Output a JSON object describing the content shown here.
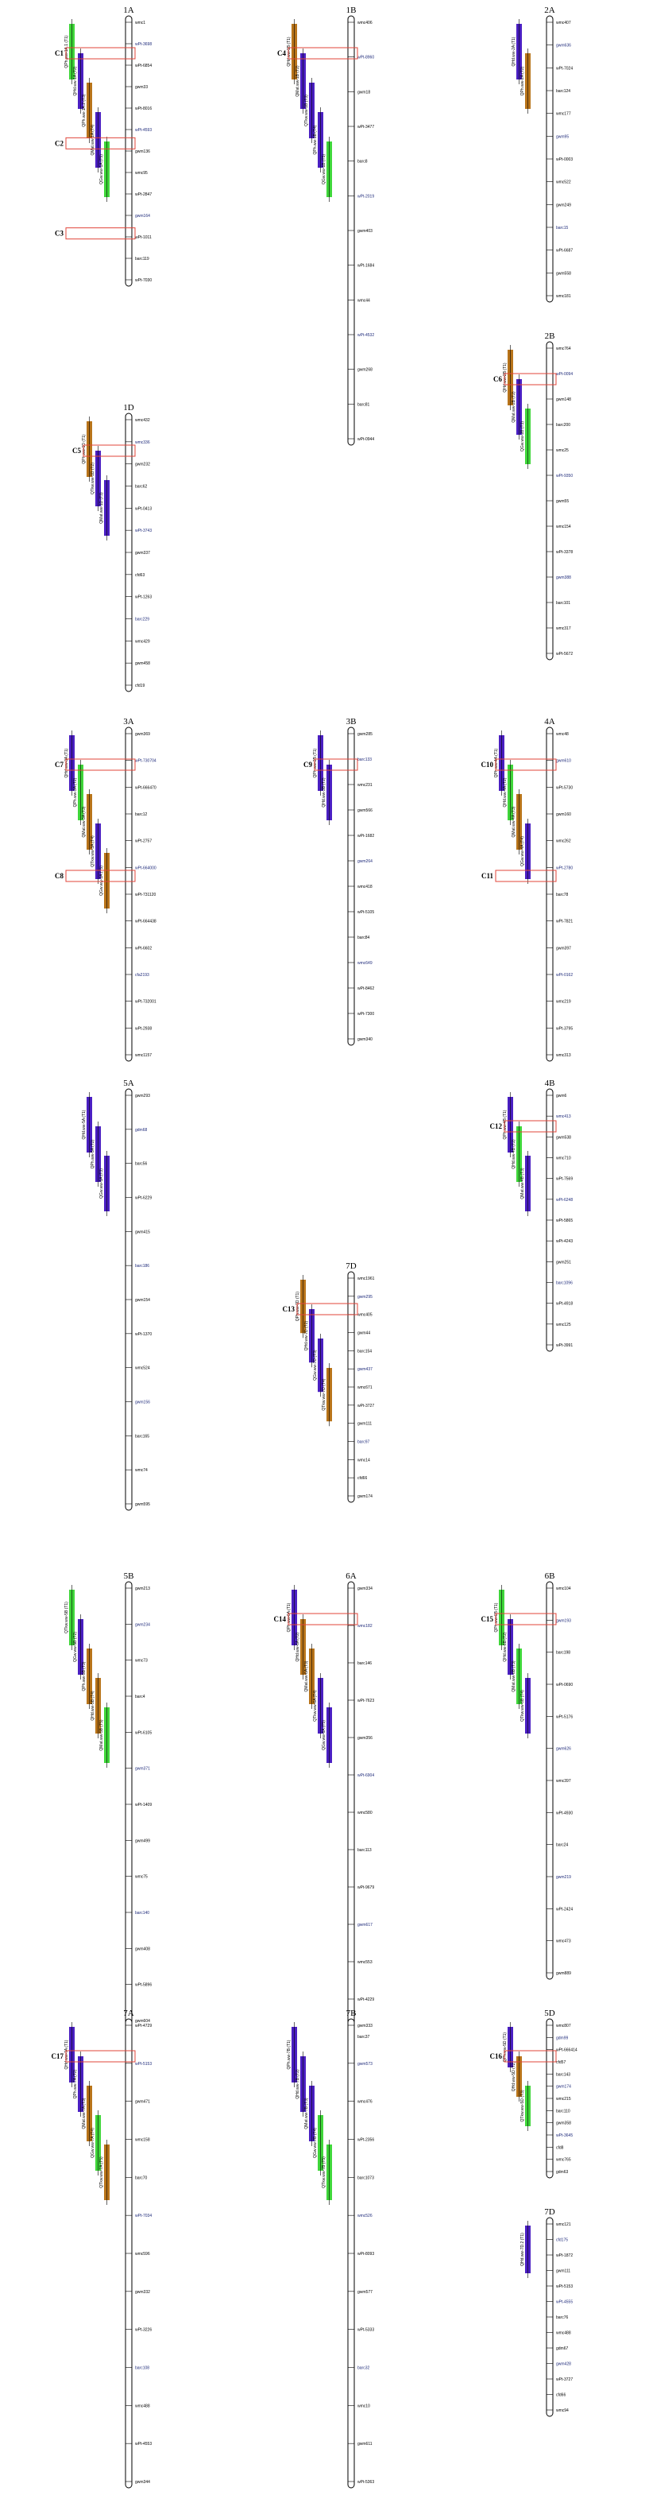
{
  "figure": {
    "colors": {
      "purple": "#4a1fc2",
      "green": "#3fd63a",
      "brown": "#b8741a",
      "cluster_box": "#e0443a",
      "highlight_marker": "#1e2a7a",
      "chromosome": "#000000"
    },
    "chromosomes": [
      {
        "id": "1A",
        "markers": [
          "wmc1",
          "wPt-3698",
          "wPt-6854",
          "gwm33",
          "wPt-8016",
          "wPt-4593",
          "gwm136",
          "wmc95",
          "wPt-2847",
          "gwm164",
          "wPt-1011",
          "barc119",
          "wPt-7030"
        ],
        "qtls": [
          {
            "label": "QPh.ww-1A.1 (T1)",
            "color": "green"
          },
          {
            "label": "QHd.ww-1A (T2)",
            "color": "purple"
          },
          {
            "label": "QPh.ww-1A.2 (T3)",
            "color": "brown"
          },
          {
            "label": "QMat.ww-1A (T4)",
            "color": "purple"
          },
          {
            "label": "QGw.ww-1A (T5)",
            "color": "green"
          }
        ],
        "clusters": [
          "C1",
          "C2",
          "C3"
        ]
      },
      {
        "id": "1B",
        "markers": [
          "wmc406",
          "wPt-8960",
          "gwm18",
          "wPt-3477",
          "barc8",
          "wPt-2019",
          "gwm403",
          "wPt-1684",
          "wmc44",
          "wPt-4532",
          "gwm268",
          "barc81",
          "wPt-0944"
        ],
        "qtls": [
          {
            "label": "QHd.ww-1B (T1)",
            "color": "brown"
          },
          {
            "label": "QMat.ww-1B (T2)",
            "color": "purple"
          },
          {
            "label": "QTkw.ww-1B (T3)",
            "color": "purple"
          },
          {
            "label": "QPh.ww-1B (T4)",
            "color": "purple"
          },
          {
            "label": "QGw.ww-1B (T5)",
            "color": "green"
          }
        ],
        "clusters": [
          "C4"
        ]
      },
      {
        "id": "2A",
        "markers": [
          "wmc407",
          "gwm636",
          "wPt-7024",
          "barc124",
          "wmc177",
          "gwm95",
          "wPt-0003",
          "wmc522",
          "gwm249",
          "barc15",
          "wPt-6687",
          "gwm558",
          "wmc181"
        ],
        "qtls": [
          {
            "label": "QHd.ww-2A (T1)",
            "color": "purple"
          },
          {
            "label": "QPh.ww-2A (T2)",
            "color": "brown"
          }
        ],
        "clusters": []
      },
      {
        "id": "2B",
        "markers": [
          "wmc764",
          "wPt-0094",
          "gwm148",
          "barc200",
          "wmc25",
          "wPt-9350",
          "gwm55",
          "wmc154",
          "wPt-3378",
          "gwm388",
          "barc101",
          "wmc317",
          "wPt-5672"
        ],
        "qtls": [
          {
            "label": "QHd.ww-2B (T1)",
            "color": "brown"
          },
          {
            "label": "QMat.ww-2B (T2)",
            "color": "purple"
          },
          {
            "label": "QGw.ww-2B (T3)",
            "color": "green"
          }
        ],
        "clusters": [
          "C6"
        ]
      },
      {
        "id": "1D",
        "markers": [
          "wmc432",
          "wmc336",
          "gwm232",
          "barc62",
          "wPt-0413",
          "wPt-3743",
          "gwm337",
          "cfd63",
          "wPt-1263",
          "barc229",
          "wmc429",
          "gwm458",
          "cfd19"
        ],
        "qtls": [
          {
            "label": "QPh.ww-1D (T1)",
            "color": "brown"
          },
          {
            "label": "QTkw.ww-1D (T2)",
            "color": "purple"
          },
          {
            "label": "QMat.ww-1D (T3)",
            "color": "purple"
          }
        ],
        "clusters": [
          "C5"
        ]
      },
      {
        "id": "3A",
        "markers": [
          "gwm369",
          "wPt-730704",
          "wPt-666470",
          "barc12",
          "wPt-2757",
          "wPt-664000",
          "wPt-731120",
          "wPt-664438",
          "wPt-6602",
          "cfa2193",
          "wPt-732001",
          "wPt-2938",
          "wmc1157"
        ],
        "qtls": [
          {
            "label": "QHd.ww-3A (T1)",
            "color": "purple"
          },
          {
            "label": "QPh.ww-3A (T2)",
            "color": "green"
          },
          {
            "label": "QMat.ww-3A (T3)",
            "color": "brown"
          },
          {
            "label": "QTkw.ww-3A (T4)",
            "color": "purple"
          },
          {
            "label": "QGw.ww-3A (T5)",
            "color": "brown"
          }
        ],
        "clusters": [
          "C7",
          "C8"
        ]
      },
      {
        "id": "3B",
        "markers": [
          "gwm285",
          "barc133",
          "wmc231",
          "gwm566",
          "wPt-1682",
          "gwm264",
          "wmc418",
          "wPt-5105",
          "barc84",
          "wmc649",
          "wPt-8462",
          "wPt-7300",
          "gwm340"
        ],
        "qtls": [
          {
            "label": "QPh.ww-3B (T1)",
            "color": "purple"
          },
          {
            "label": "QHd.ww-3B (T2)",
            "color": "purple"
          }
        ],
        "clusters": [
          "C9"
        ]
      },
      {
        "id": "4A",
        "markers": [
          "wmc48",
          "gwm610",
          "wPt-5730",
          "gwm160",
          "wmc262",
          "wPt-2780",
          "barc78",
          "wPt-7821",
          "gwm397",
          "wPt-0162",
          "wmc219",
          "wPt-3795",
          "wmc313"
        ],
        "qtls": [
          {
            "label": "QPh.ww-4A (T1)",
            "color": "purple"
          },
          {
            "label": "QHd.ww-4A (T2)",
            "color": "green"
          },
          {
            "label": "QMat.ww-4A (T3)",
            "color": "brown"
          },
          {
            "label": "QGw.ww-4A (T4)",
            "color": "purple"
          }
        ],
        "clusters": [
          "C10",
          "C11"
        ]
      },
      {
        "id": "5A",
        "markers": [
          "gwm293",
          "gdm68",
          "barc56",
          "wPt-6229",
          "gwm415",
          "barc186",
          "gwm154",
          "wPt-1370",
          "wmc524",
          "gwm156",
          "barc165",
          "wmc74",
          "gwm595"
        ],
        "qtls": [
          {
            "label": "QHd.ww-5A (T1)",
            "color": "purple"
          },
          {
            "label": "QPh.ww-5A (T2)",
            "color": "purple"
          },
          {
            "label": "QGw.ww-5A (T3)",
            "color": "purple"
          }
        ],
        "clusters": []
      },
      {
        "id": "4B",
        "markers": [
          "gwm6",
          "wmc413",
          "gwm538",
          "wmc710",
          "wPt-7569",
          "wPt-6248",
          "wPt-5865",
          "wPt-4243",
          "gwm251",
          "barc1096",
          "wPt-4918",
          "wmc125",
          "wPt-3991"
        ],
        "qtls": [
          {
            "label": "QPh.ww-4B (T1)",
            "color": "purple"
          },
          {
            "label": "QHd.ww-4B (T2)",
            "color": "green"
          },
          {
            "label": "QMat.ww-4B (T3)",
            "color": "purple"
          }
        ],
        "clusters": [
          "C12"
        ]
      },
      {
        "id": "7D",
        "markers": [
          "wmc1961",
          "gwm295",
          "wmc405",
          "gwm44",
          "barc154",
          "gwm437",
          "wmc671",
          "wPt-3727",
          "gwm111",
          "barc97",
          "wmc14",
          "cfd66",
          "gwm174"
        ],
        "qtls": [
          {
            "label": "QPh.ww-7D (T1)",
            "color": "brown"
          },
          {
            "label": "QHd.ww-7D (T2)",
            "color": "purple"
          },
          {
            "label": "QGw.ww-7D (T3)",
            "color": "purple"
          },
          {
            "label": "QTkw.ww-7D (T4)",
            "color": "brown"
          }
        ],
        "clusters": [
          "C13"
        ]
      },
      {
        "id": "5B",
        "markers": [
          "gwm213",
          "gwm234",
          "wmc73",
          "barc4",
          "wPt-6105",
          "gwm371",
          "wPt-1409",
          "gwm499",
          "wmc75",
          "barc140",
          "gwm408",
          "wPt-5896",
          "gwm604"
        ],
        "qtls": [
          {
            "label": "QTkw.ww-5B (T1)",
            "color": "green"
          },
          {
            "label": "QGw.ww-5B (T2)",
            "color": "purple"
          },
          {
            "label": "QPh.ww-5B (T3)",
            "color": "brown"
          },
          {
            "label": "QHd.ww-5B (T4)",
            "color": "brown"
          },
          {
            "label": "QMat.ww-5B (T5)",
            "color": "green"
          }
        ],
        "clusters": []
      },
      {
        "id": "6A",
        "markers": [
          "gwm334",
          "wmc182",
          "barc146",
          "wPt-7623",
          "gwm356",
          "wPt-6904",
          "wmc580",
          "barc113",
          "wPt-9679",
          "gwm617",
          "wmc553",
          "wPt-4229",
          "barc37"
        ],
        "qtls": [
          {
            "label": "QPh.ww-6A (T1)",
            "color": "purple"
          },
          {
            "label": "QHd.ww-6A (T2)",
            "color": "brown"
          },
          {
            "label": "QMat.ww-6A (T3)",
            "color": "brown"
          },
          {
            "label": "QTkw.ww-6A (T4)",
            "color": "purple"
          },
          {
            "label": "QGw.ww-6A (T5)",
            "color": "purple"
          }
        ],
        "clusters": [
          "C14"
        ]
      },
      {
        "id": "6B",
        "markers": [
          "wmc104",
          "gwm193",
          "barc198",
          "wPt-0690",
          "wPt-5176",
          "gwm626",
          "wmc397",
          "wPt-4930",
          "barc24",
          "gwm219",
          "wPt-2424",
          "wmc473",
          "gwm889"
        ],
        "qtls": [
          {
            "label": "QPh.ww-6B (T1)",
            "color": "green"
          },
          {
            "label": "QHd.ww-6B (T2)",
            "color": "purple"
          },
          {
            "label": "QMat.ww-6B (T3)",
            "color": "green"
          },
          {
            "label": "QTkw.ww-6B (T4)",
            "color": "purple"
          }
        ],
        "clusters": [
          "C15"
        ]
      },
      {
        "id": "7A",
        "markers": [
          "wPt-4729",
          "wPt-5153",
          "gwm471",
          "wmc158",
          "barc70",
          "wPt-7034",
          "wmc596",
          "gwm332",
          "wPt-3226",
          "barc108",
          "wmc488",
          "wPt-4553",
          "gwm344"
        ],
        "qtls": [
          {
            "label": "QHd.ww-7A (T1)",
            "color": "purple"
          },
          {
            "label": "QPh.ww-7A (T2)",
            "color": "purple"
          },
          {
            "label": "QMat.ww-7A (T3)",
            "color": "brown"
          },
          {
            "label": "QGw.ww-7A (T4)",
            "color": "green"
          },
          {
            "label": "QTkw.ww-7A (T5)",
            "color": "brown"
          }
        ],
        "clusters": [
          "C17"
        ]
      },
      {
        "id": "7B",
        "markers": [
          "gwm333",
          "gwm573",
          "wmc476",
          "wPt-2356",
          "barc1073",
          "wmc526",
          "wPt-8093",
          "gwm577",
          "wPt-5333",
          "barc32",
          "wmc10",
          "gwm611",
          "wPt-5363"
        ],
        "qtls": [
          {
            "label": "QPh.ww-7B (T1)",
            "color": "purple"
          },
          {
            "label": "QHd.ww-7B (T2)",
            "color": "purple"
          },
          {
            "label": "QMat.ww-7B (T3)",
            "color": "purple"
          },
          {
            "label": "QGw.ww-7B (T4)",
            "color": "green"
          },
          {
            "label": "QTkw.ww-7B (T5)",
            "color": "green"
          }
        ],
        "clusters": []
      },
      {
        "id": "5D",
        "markers": [
          "wmc807",
          "gdm99",
          "wPt-666414",
          "cfd57",
          "barc143",
          "gwm174",
          "wmc215",
          "barc110",
          "gwm358",
          "wPt-3645",
          "cfd8",
          "wmc765",
          "gdm63"
        ],
        "qtls": [
          {
            "label": "QPh.ww-5D (T1)",
            "color": "purple"
          },
          {
            "label": "QHd.ww-5D (T2)",
            "color": "brown"
          },
          {
            "label": "QTkw.ww-5D (T3)",
            "color": "green"
          }
        ],
        "clusters": [
          "C16"
        ]
      },
      {
        "id": "7D",
        "markers": [
          "wmc121",
          "cfd175",
          "wPt-1872",
          "gwm111",
          "wPt-5153",
          "wPt-4555",
          "barc76",
          "wmc488",
          "gdm67",
          "gwm428",
          "wPt-3727",
          "cfd66",
          "wmc94"
        ],
        "qtls": [
          {
            "label": "QHd.ww-7D.2 (T1)",
            "color": "purple"
          }
        ],
        "clusters": []
      }
    ]
  }
}
